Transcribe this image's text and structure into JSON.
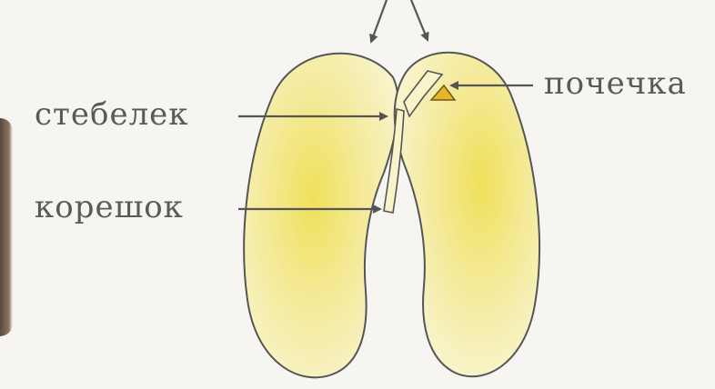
{
  "labels": {
    "stem": "стебелек",
    "root": "корешок",
    "bud": "почечка"
  },
  "colors": {
    "seed_fill": "#f7f0b8",
    "seed_core": "#f0e46a",
    "outline": "#555555",
    "bud": "#e8b52a",
    "text": "#5a5a5a"
  }
}
